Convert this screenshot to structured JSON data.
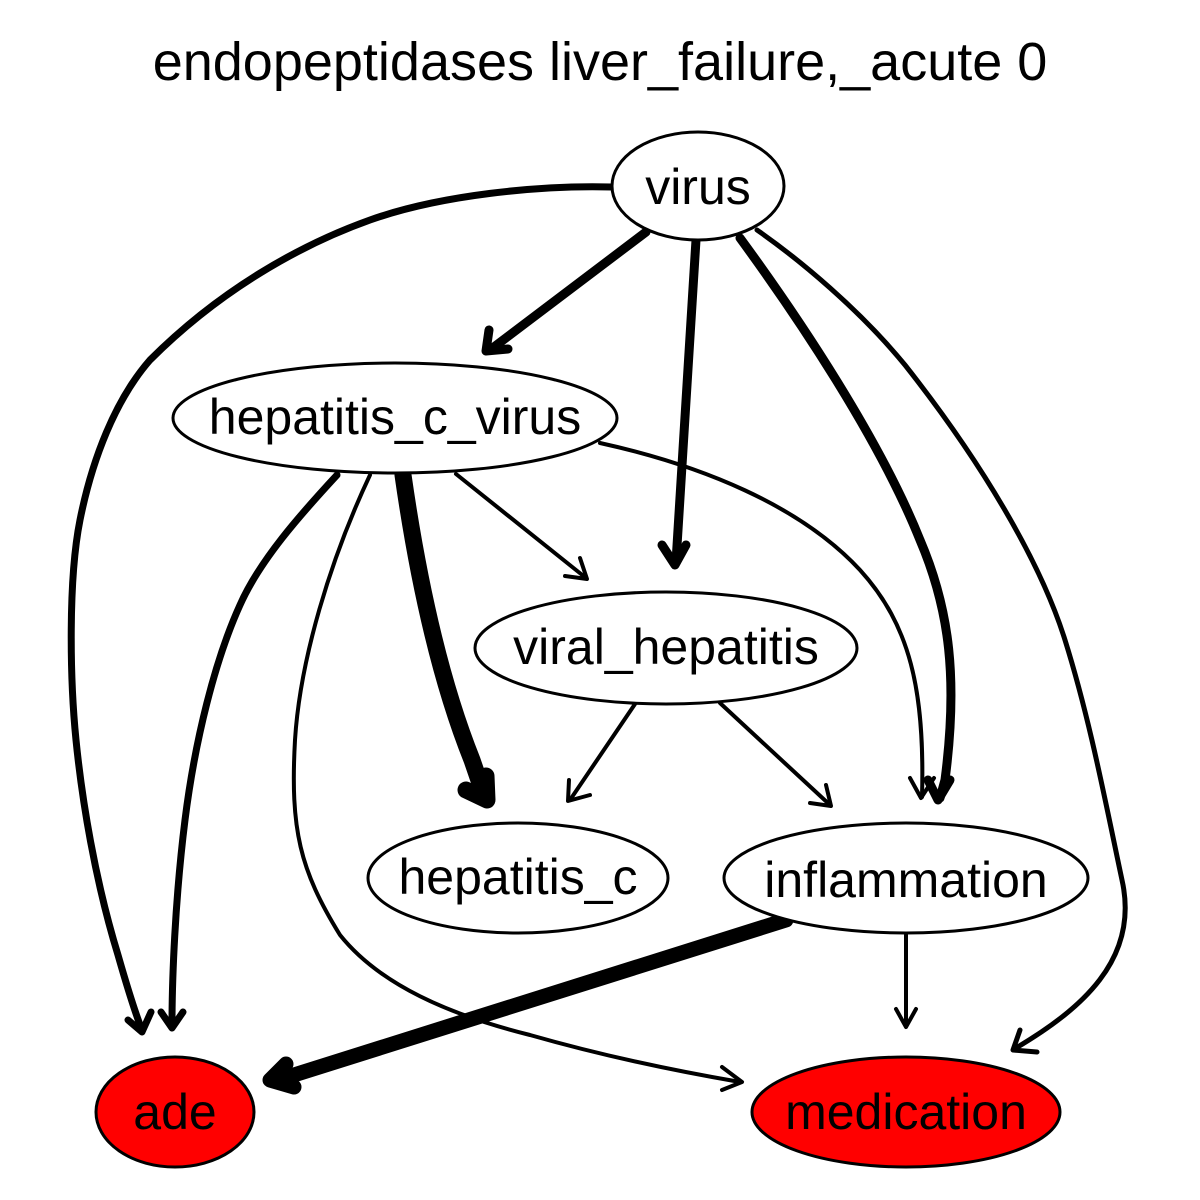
{
  "title": "endopeptidases liver_failure,_acute 0",
  "colors": {
    "highlight_fill": "#ff0000",
    "default_fill": "#ffffff",
    "stroke": "#000000"
  },
  "nodes": {
    "virus": {
      "label": "virus",
      "highlighted": false
    },
    "hepatitis_c_virus": {
      "label": "hepatitis_c_virus",
      "highlighted": false
    },
    "viral_hepatitis": {
      "label": "viral_hepatitis",
      "highlighted": false
    },
    "hepatitis_c": {
      "label": "hepatitis_c",
      "highlighted": false
    },
    "inflammation": {
      "label": "inflammation",
      "highlighted": false
    },
    "ade": {
      "label": "ade",
      "highlighted": true
    },
    "medication": {
      "label": "medication",
      "highlighted": true
    }
  },
  "edges": [
    {
      "from": "virus",
      "to": "ade",
      "weight": "medium"
    },
    {
      "from": "virus",
      "to": "hepatitis_c_virus",
      "weight": "medium"
    },
    {
      "from": "virus",
      "to": "viral_hepatitis",
      "weight": "medium"
    },
    {
      "from": "virus",
      "to": "inflammation",
      "weight": "medium"
    },
    {
      "from": "virus",
      "to": "medication",
      "weight": "light"
    },
    {
      "from": "hepatitis_c_virus",
      "to": "ade",
      "weight": "medium"
    },
    {
      "from": "hepatitis_c_virus",
      "to": "medication",
      "weight": "light"
    },
    {
      "from": "hepatitis_c_virus",
      "to": "hepatitis_c",
      "weight": "heavy"
    },
    {
      "from": "hepatitis_c_virus",
      "to": "viral_hepatitis",
      "weight": "light"
    },
    {
      "from": "hepatitis_c_virus",
      "to": "inflammation",
      "weight": "light"
    },
    {
      "from": "viral_hepatitis",
      "to": "hepatitis_c",
      "weight": "light"
    },
    {
      "from": "viral_hepatitis",
      "to": "inflammation",
      "weight": "light"
    },
    {
      "from": "inflammation",
      "to": "ade",
      "weight": "heavy"
    },
    {
      "from": "inflammation",
      "to": "medication",
      "weight": "light"
    }
  ]
}
